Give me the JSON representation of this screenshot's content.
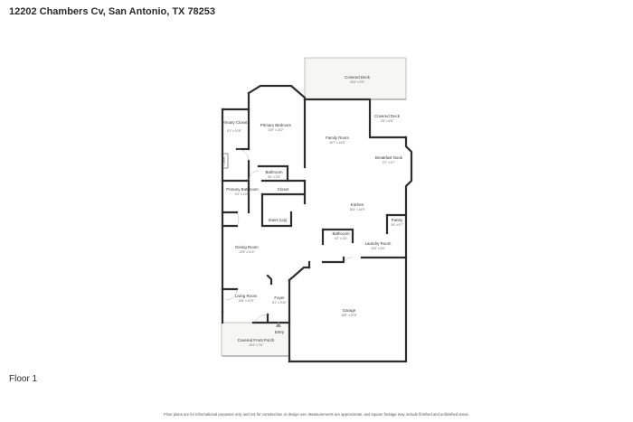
{
  "header": {
    "address": "12202 Chambers Cv, San Antonio, TX 78253"
  },
  "floor_label": "Floor 1",
  "disclaimer": "Floor plans are for informational purposes only and not for construction or design use. Measurements are approximate, and square footage may include finished and unfinished areas.",
  "rooms": {
    "covered_deck_main": {
      "name": "Covered Deck",
      "dim": "23'4\" x 9'9\""
    },
    "covered_deck_small": {
      "name": "Covered Deck",
      "dim": "4'5\" x 6'6\""
    },
    "primary_closet": {
      "name": "Primary Closet",
      "dim": "5'1\" x 10'8\""
    },
    "primary_bedroom": {
      "name": "Primary Bedroom",
      "dim": "13'9\" x 16'2\""
    },
    "family_room": {
      "name": "Family Room",
      "dim": "16'7\" x 16'6\""
    },
    "breakfast_nook": {
      "name": "Breakfast Nook",
      "dim": "9'7\" x 9'7\""
    },
    "closet_a": {
      "name": "Closet"
    },
    "bathroom_a": {
      "name": "Bathroom",
      "dim": "5'6\" x 2'8\""
    },
    "primary_bathroom": {
      "name": "Primary Bathroom",
      "dim": "8'1\" x 10'8\""
    },
    "closet_b": {
      "name": "Closet"
    },
    "kitchen": {
      "name": "Kitchen",
      "dim": "15'4\" x 16'9\""
    },
    "stairs": {
      "name": "Stairs (Up)"
    },
    "pantry": {
      "name": "Pantry",
      "dim": "3'6\" x 5'7\""
    },
    "bathroom_b": {
      "name": "Bathroom",
      "dim": "6'2\" x 3'6\""
    },
    "laundry_room": {
      "name": "Laundry Room",
      "dim": "10'4\" x 6'6\""
    },
    "dining_room": {
      "name": "Dining Room",
      "dim": "10'6\" x 11'4\""
    },
    "living_room": {
      "name": "Living Room",
      "dim": "10'6\" x 10'9\""
    },
    "foyer": {
      "name": "Foyer",
      "dim": "6'1\" x 9'10\""
    },
    "garage": {
      "name": "Garage",
      "dim": "18'9\" x 22'8\""
    },
    "entry": {
      "name": "Entry"
    },
    "covered_front_porch": {
      "name": "Covered Front Porch",
      "dim": "15'4\" x 7'6\""
    }
  }
}
